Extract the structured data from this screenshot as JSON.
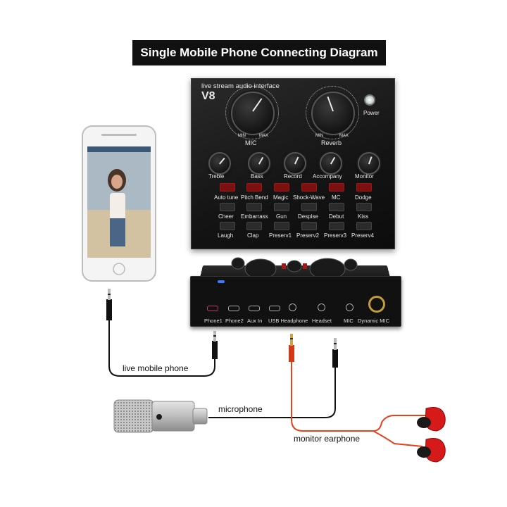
{
  "title": "Single Mobile Phone Connecting Diagram",
  "mixer": {
    "header": "live stream audio interface",
    "model": "V8",
    "power": "Power",
    "big_knobs": [
      {
        "label": "MIC",
        "min": "MIN",
        "max": "MAX"
      },
      {
        "label": "Reverb",
        "min": "MIN",
        "max": "MAX"
      }
    ],
    "small_knobs": [
      "Treble",
      "Bass",
      "Record",
      "Accompany",
      "Monitor"
    ],
    "button_rows": [
      [
        "Auto tune",
        "Pitch Bend",
        "Magic",
        "Shock-Wave",
        "MC",
        "Dodge"
      ],
      [
        "Cheer",
        "Embarrass",
        "Gun",
        "Despise",
        "Debut",
        "Kiss"
      ],
      [
        "Laugh",
        "Clap",
        "Preserv1",
        "Preserv2",
        "Preserv3",
        "Preserv4"
      ]
    ],
    "ports": [
      "Phone1",
      "Phone2",
      "Aux In",
      "USB Headphone",
      "Headset",
      "MIC",
      "Dynamic MIC"
    ]
  },
  "connections": {
    "phone": "live mobile phone",
    "mic": "microphone",
    "earphone": "monitor earphone"
  },
  "colors": {
    "cable_phone": "#111111",
    "cable_mic": "#111111",
    "cable_earphone": "#e8401c",
    "earbud": "#d61a1a"
  }
}
